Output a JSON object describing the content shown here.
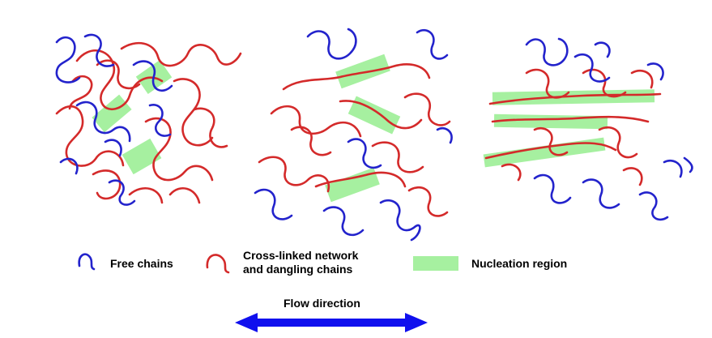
{
  "colors": {
    "free_chain": "#2323cc",
    "network_chain": "#d42a2a",
    "nucleation": "#a6f0a0",
    "flow_arrow": "#1010ee"
  },
  "legend": {
    "free_chains": "Free chains",
    "network_line1": "Cross-linked network",
    "network_line2": "and dangling chains",
    "nucleation": "Nucleation region"
  },
  "flow": {
    "label": "Flow direction"
  },
  "panels": [
    {
      "state": "random",
      "nucleation_count": 3
    },
    {
      "state": "partially-oriented",
      "nucleation_count": 3
    },
    {
      "state": "flow-aligned",
      "nucleation_count": 3
    }
  ]
}
